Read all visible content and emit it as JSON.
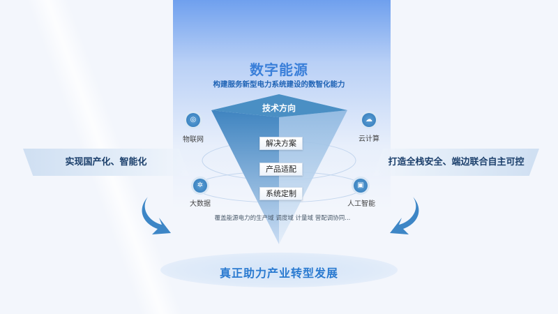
{
  "header": {
    "title": "数字能源",
    "subtitle": "构建服务新型电力系统建设的数智化能力"
  },
  "funnel": {
    "top_label": "技术方向",
    "layers": [
      "解决方案",
      "产品适配",
      "系统定制"
    ],
    "caption": "覆盖能源电力的生产域  调度域  计量域  营配调协同..."
  },
  "capabilities": [
    {
      "label": "物联网",
      "icon": "iot-icon"
    },
    {
      "label": "大数据",
      "icon": "big-data-icon"
    },
    {
      "label": "云计算",
      "icon": "cloud-computing-icon"
    },
    {
      "label": "人工智能",
      "icon": "robot-icon"
    }
  ],
  "banners": {
    "left": "实现国产化、智能化",
    "right": "打造全栈安全、端边联合自主可控"
  },
  "footer": {
    "text": "真正助力产业转型发展"
  },
  "colors": {
    "accent": "#2a7ad0",
    "funnel": "#4a8fc4"
  }
}
